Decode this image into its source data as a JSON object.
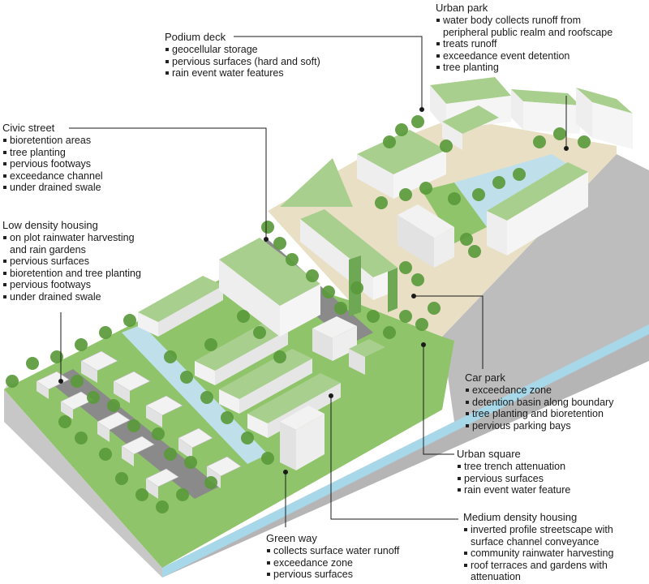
{
  "labels": {
    "podium_deck": {
      "title": "Podium deck",
      "items": [
        "geocellular storage",
        "pervious surfaces (hard and soft)",
        "rain event water features"
      ]
    },
    "urban_park": {
      "title": "Urban park",
      "items": [
        "water body collects runoff from",
        "peripheral public realm and roofscape",
        "treats runoff",
        "exceedance event detention",
        "tree planting"
      ]
    },
    "civic_street": {
      "title": "Civic street",
      "items": [
        "bioretention areas",
        "tree planting",
        "pervious footways",
        "exceedance channel",
        "under drained swale"
      ]
    },
    "low_density_housing": {
      "title": "Low density housing",
      "items": [
        "on plot rainwater harvesting",
        "and rain gardens",
        "pervious surfaces",
        "bioretention and tree planting",
        "pervious footways",
        "under drained swale"
      ]
    },
    "car_park": {
      "title": "Car park",
      "items": [
        "exceedance zone",
        "detention basin along boundary",
        "tree planting and bioretention",
        "pervious parking bays"
      ]
    },
    "urban_square": {
      "title": "Urban square",
      "items": [
        "tree trench attenuation",
        "pervious surfaces",
        "rain event water feature"
      ]
    },
    "medium_density_housing": {
      "title": "Medium density housing",
      "items": [
        "inverted profile streetscape with",
        "surface channel conveyance",
        "community rainwater harvesting",
        "roof terraces and gardens with",
        "attenuation"
      ]
    },
    "green_way": {
      "title": "Green way",
      "items": [
        "collects surface water runoff",
        "exceedance zone",
        "pervious surfaces"
      ]
    }
  },
  "colors": {
    "roof_green": "#a9cf8f",
    "wall": "#f2f2f2",
    "ground_green": "#8fc46a",
    "paving": "#e9dfc4",
    "water": "#bfe0ea",
    "slab_side": "#b5b5b5",
    "slab_edge_water": "#a7d8ea",
    "tree": "#5a9a3c",
    "road": "#8a8a8a",
    "leader": "#1a1a1a"
  }
}
